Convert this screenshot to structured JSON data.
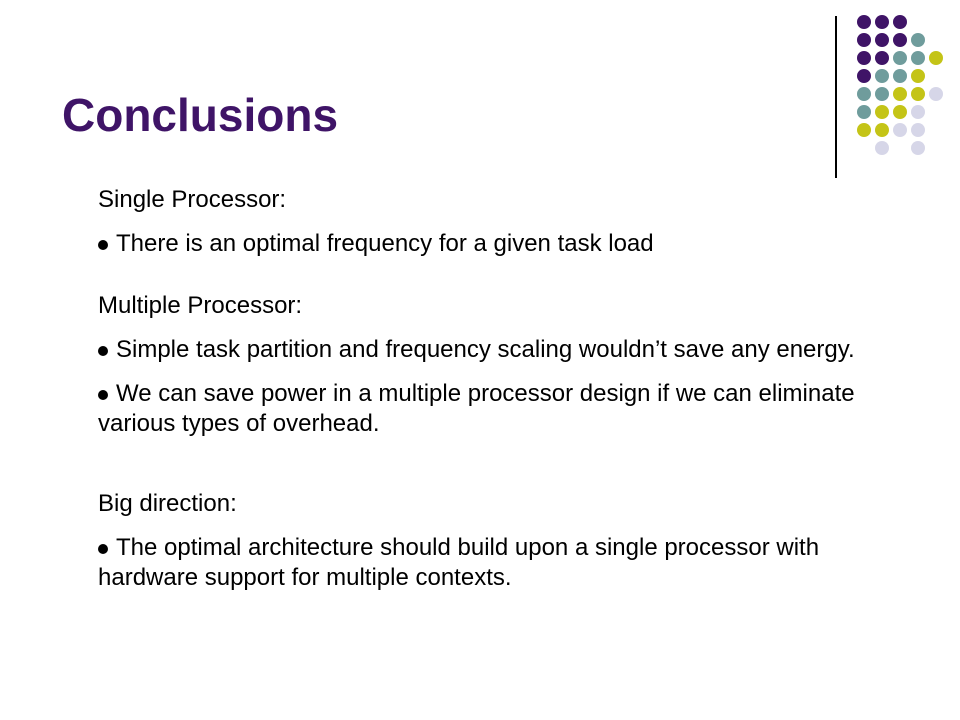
{
  "slide": {
    "title": "Conclusions",
    "title_color": "#3f1467"
  },
  "decoration": {
    "dot_colors": {
      "purple": "#3f1467",
      "teal": "#6f9c9c",
      "yellow": "#c4c417",
      "lavender": "#d6d6e8"
    },
    "divider_color": "#000000"
  },
  "sections": [
    {
      "heading": "Single Processor:",
      "bullets": [
        "There is an optimal frequency for a given task load"
      ]
    },
    {
      "heading": "Multiple Processor:",
      "bullets": [
        "Simple task partition and frequency scaling wouldn’t save any energy.",
        "We can save power in a multiple processor design if we can eliminate various types of overhead."
      ]
    },
    {
      "heading": "Big direction:",
      "bullets": [
        "The optimal architecture should build upon a single processor with hardware support for multiple contexts."
      ]
    }
  ]
}
